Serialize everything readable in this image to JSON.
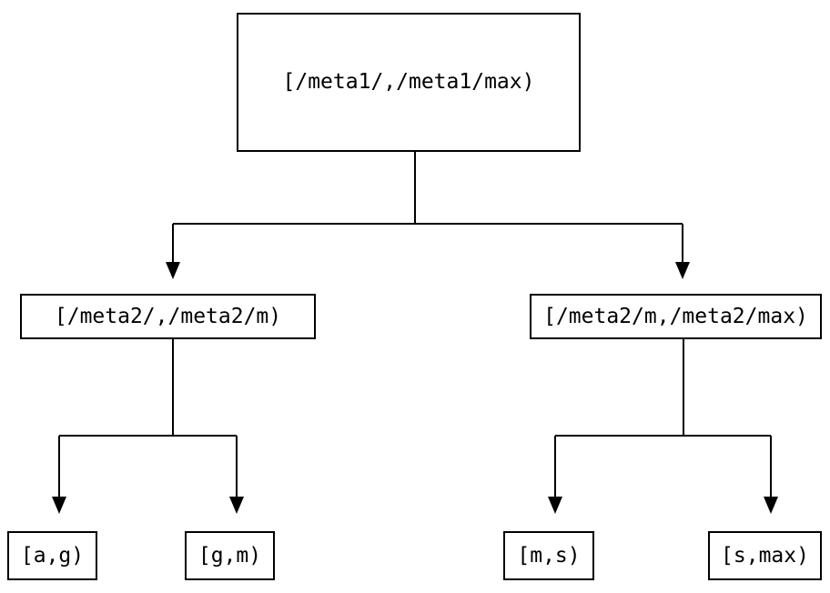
{
  "colors": {
    "background": "#ffffff",
    "line": "#000000",
    "node_border": "#000000",
    "text": "#000000"
  },
  "tree": {
    "nodes": [
      {
        "id": "root",
        "label": "[/meta1/,/meta1/max)"
      },
      {
        "id": "left-child",
        "label": "[/meta2/,/meta2/m)"
      },
      {
        "id": "right-child",
        "label": "[/meta2/m,/meta2/max)"
      },
      {
        "id": "leaf-ag",
        "label": "[a,g)"
      },
      {
        "id": "leaf-gm",
        "label": "[g,m)"
      },
      {
        "id": "leaf-ms",
        "label": "[m,s)"
      },
      {
        "id": "leaf-smax",
        "label": "[s,max)"
      }
    ],
    "edges": [
      {
        "from": "root",
        "to": "left-child"
      },
      {
        "from": "root",
        "to": "right-child"
      },
      {
        "from": "left-child",
        "to": "leaf-ag"
      },
      {
        "from": "left-child",
        "to": "leaf-gm"
      },
      {
        "from": "right-child",
        "to": "leaf-ms"
      },
      {
        "from": "right-child",
        "to": "leaf-smax"
      }
    ]
  }
}
